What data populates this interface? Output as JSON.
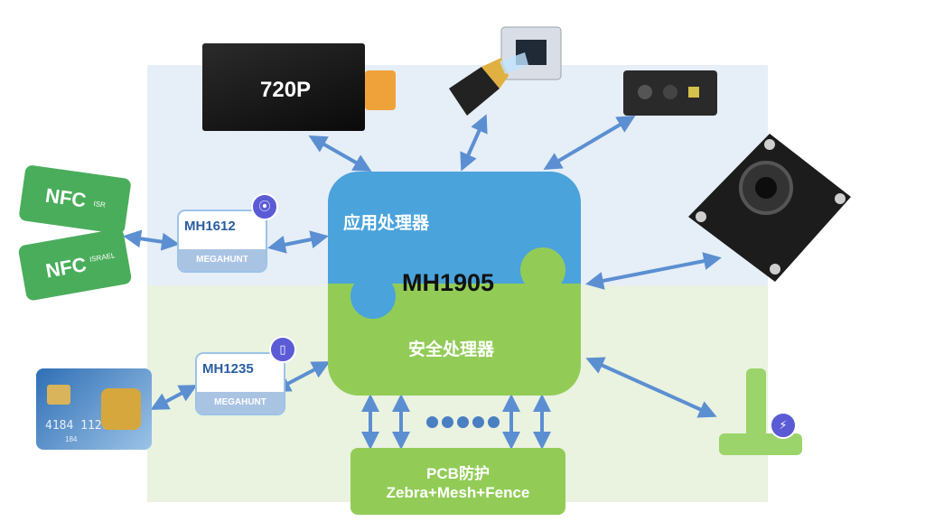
{
  "core": {
    "name": "MH1905",
    "app_processor": "应用处理器",
    "security_processor": "安全处理器"
  },
  "chips": [
    {
      "name": "MH1612",
      "vendor": "MEGAHUNT",
      "badge_icon": "nfc-badge-icon"
    },
    {
      "name": "MH1235",
      "vendor": "MEGAHUNT",
      "badge_icon": "card-badge-icon"
    }
  ],
  "display": {
    "label": "720P"
  },
  "nfc_cards": [
    {
      "text": "NFC",
      "sub": "ISR"
    },
    {
      "text": "NFC",
      "sub": "ISRAEL"
    }
  ],
  "bank_card": {
    "digits": "4184 1120",
    "small": "184"
  },
  "pcb": {
    "title": "PCB防护",
    "subtitle": "Zebra+Mesh+Fence"
  },
  "colors": {
    "blue_band": "#e6eef8",
    "green_band": "#eaf2e0",
    "blue_core": "#4aa3db",
    "green_core": "#92cc57",
    "arrow": "#5b8fd1"
  }
}
